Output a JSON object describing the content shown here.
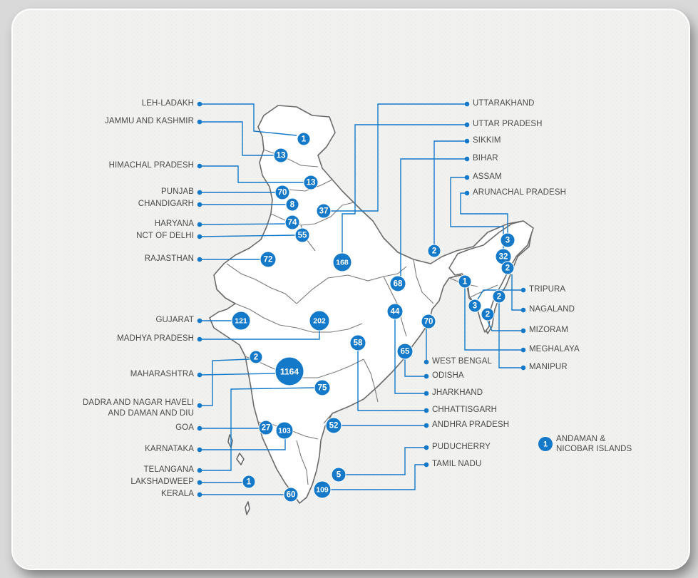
{
  "colors": {
    "accent": "#1479c9",
    "map_fill": "#ffffff",
    "map_stroke": "#6a6a6a",
    "label_text": "#4a4a4a",
    "background": "#f1f1ef"
  },
  "states": [
    {
      "id": "leh-ladakh",
      "name": "LEH-LADAKH",
      "value": "1",
      "side": "left"
    },
    {
      "id": "jammu-and-kashmir",
      "name": "JAMMU AND KASHMIR",
      "value": "13",
      "side": "left"
    },
    {
      "id": "himachal-pradesh",
      "name": "HIMACHAL PRADESH",
      "value": "13",
      "side": "left"
    },
    {
      "id": "punjab",
      "name": "PUNJAB",
      "value": "70",
      "side": "left"
    },
    {
      "id": "chandigarh",
      "name": "CHANDIGARH",
      "value": "8",
      "side": "left"
    },
    {
      "id": "haryana",
      "name": "HARYANA",
      "value": "74",
      "side": "left"
    },
    {
      "id": "nct-of-delhi",
      "name": "NCT OF DELHI",
      "value": "55",
      "side": "left"
    },
    {
      "id": "rajasthan",
      "name": "RAJASTHAN",
      "value": "72",
      "side": "left"
    },
    {
      "id": "gujarat",
      "name": "GUJARAT",
      "value": "121",
      "side": "left"
    },
    {
      "id": "madhya-pradesh",
      "name": "MADHYA PRADESH",
      "value": "202",
      "side": "left"
    },
    {
      "id": "maharashtra",
      "name": "MAHARASHTRA",
      "value": "1164",
      "side": "left"
    },
    {
      "id": "dadra-and-nagar-haveli",
      "name": "DADRA AND NAGAR HAVELI",
      "name2": "AND DAMAN AND DIU",
      "value": "2",
      "side": "left"
    },
    {
      "id": "goa",
      "name": "GOA",
      "value": "27",
      "side": "left"
    },
    {
      "id": "karnataka",
      "name": "KARNATAKA",
      "value": "103",
      "side": "left"
    },
    {
      "id": "telangana",
      "name": "TELANGANA",
      "value": "75",
      "side": "left"
    },
    {
      "id": "lakshadweep",
      "name": "LAKSHADWEEP",
      "value": "1",
      "side": "left"
    },
    {
      "id": "kerala",
      "name": "KERALA",
      "value": "60",
      "side": "left"
    },
    {
      "id": "uttarakhand",
      "name": "UTTARAKHAND",
      "value": "37",
      "side": "right"
    },
    {
      "id": "uttar-pradesh",
      "name": "UTTAR PRADESH",
      "value": "168",
      "side": "right"
    },
    {
      "id": "sikkim",
      "name": "SIKKIM",
      "value": "2",
      "side": "right"
    },
    {
      "id": "bihar",
      "name": "BIHAR",
      "value": "68",
      "side": "right"
    },
    {
      "id": "assam",
      "name": "ASSAM",
      "value": "32",
      "side": "right"
    },
    {
      "id": "arunachal-pradesh",
      "name": "ARUNACHAL PRADESH",
      "value": "3",
      "side": "right"
    },
    {
      "id": "tripura",
      "name": "TRIPURA",
      "value": "3",
      "side": "right"
    },
    {
      "id": "nagaland",
      "name": "NAGALAND",
      "value": "2",
      "side": "right"
    },
    {
      "id": "mizoram",
      "name": "MIZORAM",
      "value": "2",
      "side": "right"
    },
    {
      "id": "meghalaya",
      "name": "MEGHALAYA",
      "value": "1",
      "side": "right"
    },
    {
      "id": "manipur",
      "name": "MANIPUR",
      "value": "2",
      "side": "right"
    },
    {
      "id": "west-bengal",
      "name": "WEST BENGAL",
      "value": "70",
      "side": "right"
    },
    {
      "id": "odisha",
      "name": "ODISHA",
      "value": "65",
      "side": "right"
    },
    {
      "id": "jharkhand",
      "name": "JHARKHAND",
      "value": "44",
      "side": "right"
    },
    {
      "id": "chhattisgarh",
      "name": "CHHATTISGARH",
      "value": "58",
      "side": "right"
    },
    {
      "id": "andhra-pradesh",
      "name": "ANDHRA PRADESH",
      "value": "52",
      "side": "right"
    },
    {
      "id": "puducherry",
      "name": "PUDUCHERRY",
      "value": "5",
      "side": "right"
    },
    {
      "id": "tamil-nadu",
      "name": "TAMIL NADU",
      "value": "109",
      "side": "right"
    }
  ],
  "legend": {
    "value": "1",
    "line1": "ANDAMAN &",
    "line2": "NICOBAR ISLANDS"
  }
}
